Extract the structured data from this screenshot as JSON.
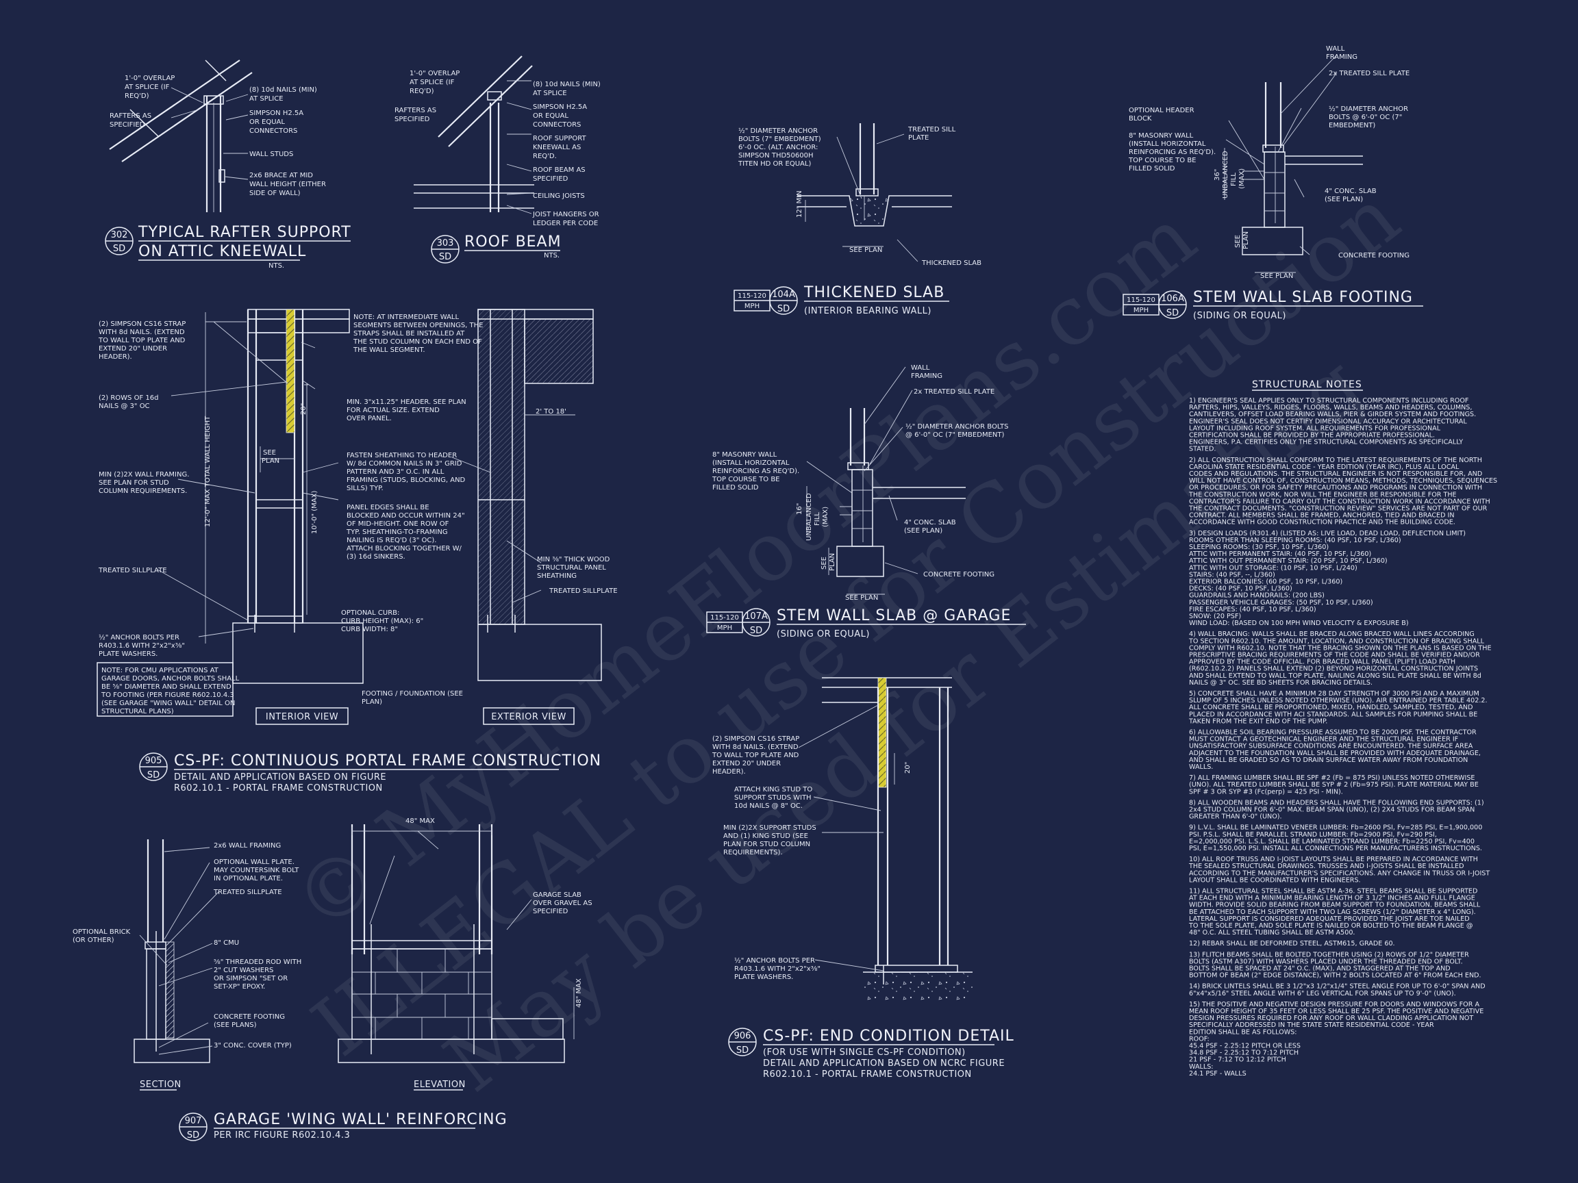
{
  "colors": {
    "background": "#1d2545",
    "linework": "#e8ecf6",
    "strap": "#e0d43a"
  },
  "watermark": [
    "© MyHomeFloorPlans.com",
    "ILLEGAL to use for Construction",
    "May be used for Estimating"
  ],
  "details": {
    "d302": {
      "num": "302",
      "sheet": "SD",
      "title1": "TYPICAL RAFTER SUPPORT",
      "title2": "ON ATTIC KNEEWALL",
      "scale": "NTS.",
      "labels": [
        "1'-0\" OVERLAP",
        "AT SPLICE (IF",
        "REQ'D)",
        "RAFTERS AS",
        "SPECIFIED",
        "(8) 10d NAILS (MIN)",
        "AT SPLICE",
        "SIMPSON H2.5A",
        "OR EQUAL",
        "CONNECTORS",
        "WALL STUDS",
        "2x6 BRACE AT MID",
        "WALL HEIGHT (EITHER",
        "SIDE OF WALL)"
      ]
    },
    "d303": {
      "num": "303",
      "sheet": "SD",
      "title1": "ROOF BEAM",
      "scale": "NTS.",
      "labels": [
        "1'-0\" OVERLAP",
        "AT SPLICE (IF",
        "REQ'D)",
        "RAFTERS AS",
        "SPECIFIED",
        "(8) 10d NAILS (MIN)",
        "AT SPLICE",
        "SIMPSON H2.5A",
        "OR EQUAL",
        "CONNECTORS",
        "ROOF SUPPORT",
        "KNEEWALL AS",
        "REQ'D.",
        "ROOF BEAM AS",
        "SPECIFIED",
        "CEILING JOISTS",
        "JOIST HANGERS OR",
        "LEDGER PER CODE"
      ]
    },
    "d104a": {
      "num": "104A",
      "sheet": "SD",
      "wind1": "115-120",
      "wind2": "MPH",
      "title1": "THICKENED SLAB",
      "title2": "(INTERIOR BEARING WALL)",
      "labels": [
        "½\" DIAMETER ANCHOR",
        "BOLTS (7\" EMBEDMENT)",
        "6'-0 OC. (ALT. ANCHOR:",
        "SIMPSON THD50600H",
        "TITEN HD OR EQUAL)",
        "TREATED SILL",
        "PLATE",
        "12\" MIN",
        "SEE PLAN",
        "THICKENED SLAB"
      ]
    },
    "d106a": {
      "num": "106A",
      "sheet": "SD",
      "wind1": "115-120",
      "wind2": "MPH",
      "title1": "STEM WALL SLAB FOOTING",
      "title2": "(SIDING OR EQUAL)",
      "labels": [
        "WALL",
        "FRAMING",
        "2x TREATED SILL PLATE",
        "OPTIONAL HEADER",
        "BLOCK",
        "8\" MASONRY WALL",
        "(INSTALL HORIZONTAL",
        "REINFORCING AS REQ'D).",
        "TOP COURSE TO BE",
        "FILLED SOLID",
        "½\" DIAMETER ANCHOR",
        "BOLTS @ 6'-0\" OC (7\"",
        "EMBEDMENT)",
        "4\" CONC. SLAB",
        "(SEE PLAN)",
        "CONCRETE FOOTING",
        "SEE PLAN",
        "UNBALANCED",
        "FILL",
        "(MAX)",
        "SEE",
        "PLAN",
        "36\""
      ]
    },
    "d107a": {
      "num": "107A",
      "sheet": "SD",
      "wind1": "115-120",
      "wind2": "MPH",
      "title1": "STEM WALL SLAB @ GARAGE",
      "title2": "(SIDING OR EQUAL)",
      "labels": [
        "WALL",
        "FRAMING",
        "2x TREATED SILL PLATE",
        "½\" DIAMETER ANCHOR BOLTS",
        "@ 6'-0\" OC (7\" EMBEDMENT)",
        "8\" MASONRY WALL",
        "(INSTALL HORIZONTAL",
        "REINFORCING AS REQ'D).",
        "TOP COURSE TO BE",
        "FILLED SOLID",
        "4\" CONC. SLAB",
        "(SEE PLAN)",
        "CONCRETE FOOTING",
        "SEE PLAN",
        "UNBALANCED",
        "FILL",
        "(MAX)",
        "SEE",
        "PLAN",
        "16\""
      ]
    },
    "d905": {
      "num": "905",
      "sheet": "SD",
      "title1": "CS-PF: CONTINUOUS PORTAL FRAME CONSTRUCTION",
      "title2": "DETAIL AND APPLICATION BASED ON FIGURE",
      "title3": "R602.10.1 - PORTAL FRAME CONSTRUCTION",
      "view1": "INTERIOR VIEW",
      "view2": "EXTERIOR VIEW",
      "labels": [
        "(2) SIMPSON CS16 STRAP",
        "WITH 8d NAILS. (EXTEND",
        "TO WALL TOP PLATE AND",
        "EXTEND 20\" UNDER",
        "HEADER).",
        "(2) ROWS OF 16d",
        "NAILS @ 3\" OC",
        "MIN (2)2X WALL FRAMING.",
        "SEE PLAN FOR STUD",
        "COLUMN REQUIREMENTS.",
        "TREATED SILLPLATE",
        "½\" ANCHOR BOLTS PER",
        "R403.1.6 WITH 2\"x2\"x⅜\"",
        "PLATE WASHERS.",
        "NOTE: AT INTERMEDIATE WALL",
        "SEGMENTS BETWEEN OPENINGS, THE",
        "STRAPS SHALL BE INSTALLED AT",
        "THE STUD COLUMN ON EACH END OF",
        "THE WALL SEGMENT.",
        "MIN. 3\"x11.25\" HEADER. SEE PLAN",
        "FOR ACTUAL SIZE. EXTEND",
        "OVER PANEL.",
        "FASTEN SHEATHING TO HEADER",
        "W/ 8d COMMON NAILS IN 3\" GRID",
        "PATTERN AND 3\" O.C. IN ALL",
        "FRAMING (STUDS, BLOCKING, AND",
        "SILLS) TYP.",
        "PANEL EDGES SHALL BE",
        "BLOCKED AND OCCUR WITHIN 24\"",
        "OF MID-HEIGHT.  ONE ROW OF",
        "TYP. SHEATHING-TO-FRAMING",
        "NAILING IS REQ'D (3\" OC).",
        "ATTACH BLOCKING TOGETHER W/",
        "(3) 16d SINKERS.",
        "MIN ⅜\" THICK WOOD",
        "STRUCTURAL PANEL",
        "SHEATHING",
        "TREATED SILLPLATE",
        "OPTIONAL CURB:",
        "CURB HEIGHT (MAX): 6\"",
        "CURB WIDTH: 8\"",
        "FOOTING / FOUNDATION (SEE",
        "PLAN)",
        "2' TO 18'",
        "20\"",
        "10'-0\" (MAX)",
        "12'-0\" MAX TOTAL WALL HEIGHT",
        "SEE",
        "PLAN"
      ],
      "note": [
        "NOTE: FOR CMU APPLICATIONS AT",
        "GARAGE DOORS, ANCHOR BOLTS SHALL",
        "BE ⅝\" DIAMETER AND SHALL EXTEND",
        "TO FOOTING (PER  FIGURE R602.10.4.3",
        "(SEE GARAGE \"WING WALL\" DETAIL ON",
        "STRUCTURAL PLANS)"
      ]
    },
    "d906": {
      "num": "906",
      "sheet": "SD",
      "title1": "CS-PF: END CONDITION DETAIL",
      "title2": "(FOR USE WITH SINGLE CS-PF CONDITION)",
      "title3": "DETAIL AND APPLICATION BASED ON NCRC FIGURE",
      "title4": "R602.10.1 - PORTAL FRAME CONSTRUCTION",
      "labels": [
        "(2) SIMPSON CS16 STRAP",
        "WITH 8d NAILS. (EXTEND",
        "TO WALL TOP PLATE AND",
        "EXTEND 20\" UNDER",
        "HEADER).",
        "ATTACH KING STUD TO",
        "SUPPORT STUDS WITH",
        "10d NAILS @ 8\" OC.",
        "MIN (2)2X SUPPORT STUDS",
        "AND (1) KING STUD (SEE",
        "PLAN FOR STUD COLUMN",
        "REQUIREMENTS).",
        "½\" ANCHOR BOLTS PER",
        "R403.1.6 WITH 2\"x2\"x⅜\"",
        "PLATE WASHERS.",
        "20\""
      ]
    },
    "d907": {
      "num": "907",
      "sheet": "SD",
      "title1": "GARAGE 'WING WALL' REINFORCING",
      "title2": "PER IRC FIGURE R602.10.4.3",
      "view1": "SECTION",
      "view2": "ELEVATION",
      "labels": [
        "2x6 WALL FRAMING",
        "OPTIONAL WALL PLATE.",
        "MAY COUNTERSINK BOLT",
        "IN OPTIONAL PLATE.",
        "TREATED SILLPLATE",
        "OPTIONAL BRICK",
        "(OR OTHER)",
        "8\" CMU",
        "⅝\" THREADED ROD WITH",
        "2\" CUT WASHERS",
        "OR SIMPSON \"SET OR",
        "SET-XP\" EPOXY.",
        "CONCRETE FOOTING",
        "(SEE PLANS)",
        "3\" CONC. COVER (TYP)",
        "48\" MAX",
        "GARAGE SLAB",
        "OVER GRAVEL AS",
        "SPECIFIED",
        "48\" MAX"
      ]
    }
  },
  "structural_notes": {
    "heading": "STRUCTURAL NOTES",
    "lines": [
      "1) ENGINEER'S SEAL APPLIES ONLY TO STRUCTURAL COMPONENTS INCLUDING ROOF",
      "RAFTERS, HIPS, VALLEYS, RIDGES, FLOORS, WALLS, BEAMS AND HEADERS, COLUMNS,",
      "CANTILEVERS, OFFSET LOAD BEARING WALLS, PIER & GIRDER SYSTEM AND FOOTINGS.",
      "ENGINEER'S SEAL DOES NOT CERTIFY DIMENSIONAL ACCURACY OR ARCHITECTURAL",
      "LAYOUT INCLUDING ROOF SYSTEM. ALL REQUIREMENTS FOR PROFESSIONAL",
      "CERTIFICATION SHALL BE PROVIDED BY THE APPROPRIATE PROFESSIONAL.",
      "ENGINEERS, P.A. CERTIFIES ONLY THE STRUCTURAL COMPONENTS AS SPECIFICALLY",
      "STATED.",
      "",
      "2) ALL CONSTRUCTION SHALL CONFORM TO THE LATEST REQUIREMENTS OF THE NORTH",
      "CAROLINA STATE RESIDENTIAL CODE - YEAR EDITION (YEAR IRC), PLUS ALL LOCAL",
      "CODES AND REGULATIONS. THE STRUCTURAL ENGINEER IS NOT RESPONSIBLE FOR, AND",
      "WILL NOT HAVE CONTROL OF, CONSTRUCTION MEANS, METHODS, TECHNIQUES, SEQUENCES",
      "OR PROCEDURES, OR FOR SAFETY PRECAUTIONS AND PROGRAMS IN CONNECTION WITH",
      "THE CONSTRUCTION WORK, NOR WILL THE ENGINEER BE RESPONSIBLE FOR THE",
      "CONTRACTOR'S FAILURE TO CARRY OUT THE CONSTRUCTION WORK IN ACCORDANCE WITH",
      "THE CONTRACT DOCUMENTS. \"CONSTRUCTION REVIEW\" SERVICES ARE NOT PART OF OUR",
      "CONTRACT. ALL MEMBERS SHALL BE FRAMED, ANCHORED, TIED AND BRACED IN",
      "ACCORDANCE WITH GOOD CONSTRUCTION PRACTICE AND THE BUILDING CODE.",
      "",
      "3) DESIGN LOADS (R301.4) (LISTED AS: LIVE LOAD, DEAD LOAD, DEFLECTION LIMIT)",
      "ROOMS OTHER THAN SLEEPING ROOMS: (40 PSF, 10 PSF, L/360)",
      "SLEEPING ROOMS: (30 PSF, 10 PSF, L/360)",
      "ATTIC WITH PERMANENT STAIR: (40 PSF, 10 PSF, L/360)",
      "ATTIC WITH OUT PERMANENT STAIR: (20 PSF, 10 PSF, L/360)",
      "ATTIC WITH OUT STORAGE: (10 PSF, 10 PSF, L/240)",
      "STAIRS: (40 PSF, --, L/360)",
      "EXTERIOR BALCONIES: (60 PSF, 10 PSF, L/360)",
      "DECKS: (40 PSF, 10 PSF, L/360)",
      "GUARDRAILS AND HANDRAILS: (200 LBS)",
      "PASSENGER VEHICLE GARAGES: (50 PSF, 10 PSF, L/360)",
      "FIRE ESCAPES: (40 PSF, 10 PSF, L/360)",
      "SNOW: (20       PSF)",
      "WIND LOAD: (BASED ON 100 MPH WIND VELOCITY & EXPOSURE B)",
      "",
      "4) WALL BRACING:  WALLS SHALL BE BRACED ALONG BRACED WALL LINES ACCORDING",
      "TO SECTION R602.10. THE AMOUNT, LOCATION, AND CONSTRUCTION OF BRACING SHALL",
      "COMPLY WITH R602.10. NOTE THAT THE BRACING SHOWN ON THE PLANS IS BASED ON THE",
      "PRESCRIPTIVE BRACING REQUIREMENTS OF THE CODE AND SHALL BE VERIFIED AND/OR",
      "APPROVED BY THE CODE OFFICIAL. FOR BRACED WALL PANEL (PLIFT) LOAD PATH",
      "(R602.10.2.2) PANELS SHALL EXTEND (2) BEYOND HORIZONTAL CONSTRUCTION JOINTS",
      "AND SHALL EXTEND TO WALL TOP PLATE, NAILING ALONG SILL PLATE SHALL BE WITH 8d",
      "NAILS @ 3\" OC. SEE BD SHEETS FOR BRACING DETAILS.",
      "",
      "5) CONCRETE SHALL HAVE A MINIMUM 28 DAY STRENGTH OF 3000 PSI AND A MAXIMUM",
      "SLUMP OF 5 INCHES UNLESS NOTED OTHERWISE (UNO). AIR ENTRAINED PER TABLE 402.2.",
      "ALL CONCRETE SHALL BE PROPORTIONED, MIXED, HANDLED, SAMPLED, TESTED, AND",
      "PLACED IN ACCORDANCE WITH ACI STANDARDS. ALL SAMPLES FOR PUMPING SHALL BE",
      "TAKEN FROM THE EXIT END OF THE PUMP.",
      "",
      "6) ALLOWABLE SOIL BEARING PRESSURE ASSUMED TO BE 2000 PSF. THE CONTRACTOR",
      "MUST CONTACT A GEOTECHNICAL ENGINEER AND THE STRUCTURAL ENGINEER IF",
      "UNSATISFACTORY SUBSURFACE CONDITIONS ARE ENCOUNTERED. THE SURFACE AREA",
      "ADJACENT TO THE FOUNDATION WALL SHALL BE PROVIDED WITH ADEQUATE DRAINAGE,",
      "AND SHALL BE GRADED SO AS TO DRAIN SURFACE WATER AWAY FROM FOUNDATION",
      "WALLS.",
      "",
      "7) ALL FRAMING LUMBER SHALL BE SPF #2 (Fb = 875 PSI) UNLESS NOTED OTHERWISE",
      "(UNO). ALL TREATED LUMBER SHALL BE SYP # 2 (Fb=975 PSI). PLATE MATERIAL MAY BE",
      "SPF # 3 OR SYP #3 (Fc(perp) = 425 PSI - MIN).",
      "",
      "8) ALL WOODEN BEAMS AND HEADERS SHALL HAVE THE FOLLOWING END SUPPORTS: (1)",
      "2x4 STUD COLUMN FOR 6'-0\" MAX. BEAM SPAN (UNO), (2) 2X4 STUDS FOR BEAM SPAN",
      "GREATER THAN 6'-0\" (UNO).",
      "",
      "9) L.V.L.  SHALL BE LAMINATED VENEER LUMBER: Fb=2600 PSI, Fv=285 PSI, E=1,900,000",
      "PSI. P.S.L.  SHALL BE PARALLEL STRAND LUMBER: Fb=2900 PSI, Fv=290 PSI,",
      "E=2,000,000 PSI. L.S.L.  SHALL BE LAMINATED STRAND LUMBER: Fb=2250 PSI, Fv=400",
      "PSI, E=1,550,000 PSI. INSTALL ALL CONNECTIONS PER MANUFACTURERS INSTRUCTIONS.",
      "",
      "10) ALL ROOF TRUSS AND I-JOIST LAYOUTS SHALL BE PREPARED IN ACCORDANCE WITH",
      "THE SEALED STRUCTURAL DRAWINGS. TRUSSES AND I-JOISTS SHALL BE INSTALLED",
      "ACCORDING TO THE MANUFACTURER'S SPECIFICATIONS. ANY CHANGE IN TRUSS OR I-JOIST",
      "LAYOUT SHALL BE COORDINATED WITH  ENGINEERS.",
      "",
      "11) ALL STRUCTURAL STEEL SHALL BE ASTM A-36. STEEL BEAMS SHALL BE SUPPORTED",
      "AT EACH END WITH A MINIMUM BEARING LENGTH OF 3 1/2\" INCHES AND FULL FLANGE",
      "WIDTH. PROVIDE SOLID BEARING FROM BEAM SUPPORT TO FOUNDATION.  BEAMS SHALL",
      "BE ATTACHED TO EACH SUPPORT WITH TWO LAG SCREWS (1/2\" DIAMETER x 4\" LONG).",
      "LATERAL SUPPORT IS CONSIDERED ADEQUATE PROVIDED THE JOIST ARE TOE NAILED",
      "TO THE SOLE PLATE, AND SOLE PLATE IS NAILED OR BOLTED TO THE BEAM FLANGE @",
      "48\" O.C. ALL STEEL TUBING SHALL BE ASTM A500.",
      "",
      "12) REBAR SHALL BE DEFORMED STEEL, ASTM615, GRADE 60.",
      "",
      "13) FLITCH BEAMS SHALL BE BOLTED TOGETHER USING (2) ROWS OF 1/2\" DIAMETER",
      "BOLTS (ASTM A307) WITH WASHERS PLACED UNDER THE THREADED END OF BOLT.",
      "BOLTS SHALL BE SPACED AT 24\" O.C. (MAX), AND STAGGERED AT THE TOP AND",
      "BOTTOM OF BEAM (2\" EDGE DISTANCE), WITH 2 BOLTS LOCATED AT 6\" FROM EACH END.",
      "",
      "14) BRICK LINTELS SHALL BE 3 1/2\"x3 1/2\"x1/4\" STEEL ANGLE FOR UP TO 6'-0\" SPAN AND",
      "6\"x4\"x5/16\" STEEL ANGLE WITH 6\" LEG VERTICAL FOR SPANS UP TO 9'-0\" (UNO).",
      "",
      "15) THE POSITIVE AND NEGATIVE DESIGN PRESSURE FOR DOORS AND WINDOWS FOR A",
      "MEAN ROOF HEIGHT OF 35 FEET OR LESS SHALL BE 25 PSF. THE POSITIVE AND NEGATIVE",
      "DESIGN PRESSURES REQUIRED FOR ANY ROOF OR WALL CLADDING APPLICATION NOT",
      "SPECIFICALLY ADDRESSED IN THE STATE STATE RESIDENTIAL CODE - YEAR",
      "EDITION SHALL BE AS FOLLOWS:",
      "ROOF:",
      "45.4 PSF - 2.25:12 PITCH OR LESS",
      "34.8 PSF - 2.25:12 TO 7:12 PITCH",
      "21 PSF - 7:12 TO 12:12 PITCH",
      "WALLS:",
      "24.1 PSF - WALLS"
    ]
  }
}
